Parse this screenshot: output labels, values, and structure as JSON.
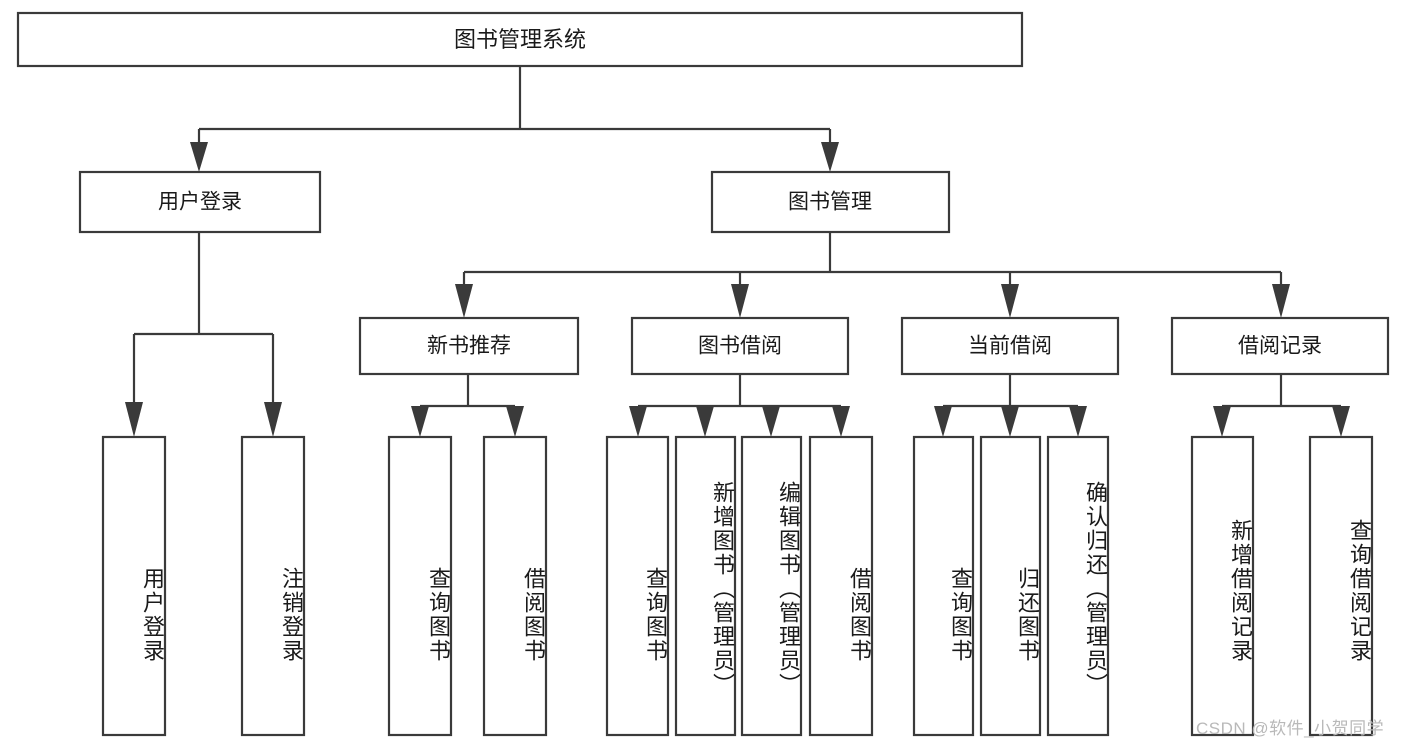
{
  "diagram": {
    "type": "tree-hierarchy-diagram",
    "title": "图书管理系统",
    "root": {
      "label": "图书管理系统",
      "children": [
        {
          "label": "用户登录",
          "children": [
            {
              "label": "用户登录"
            },
            {
              "label": "注销登录"
            }
          ]
        },
        {
          "label": "图书管理",
          "children": [
            {
              "label": "新书推荐",
              "children": [
                {
                  "label": "查询图书"
                },
                {
                  "label": "借阅图书"
                }
              ]
            },
            {
              "label": "图书借阅",
              "children": [
                {
                  "label": "查询图书"
                },
                {
                  "label": "新增图书（管理员）"
                },
                {
                  "label": "编辑图书（管理员）"
                },
                {
                  "label": "借阅图书"
                }
              ]
            },
            {
              "label": "当前借阅",
              "children": [
                {
                  "label": "查询图书"
                },
                {
                  "label": "归还图书"
                },
                {
                  "label": "确认归还（管理员）"
                }
              ]
            },
            {
              "label": "借阅记录",
              "children": [
                {
                  "label": "新增借阅记录"
                },
                {
                  "label": "查询借阅记录"
                }
              ]
            }
          ]
        }
      ]
    }
  },
  "levels": {
    "l1": {
      "title": "图书管理系统"
    },
    "l2": {
      "user_login": "用户登录",
      "book_manage": "图书管理"
    },
    "l3": {
      "new_book_rec": "新书推荐",
      "book_borrow": "图书借阅",
      "current_borrow": "当前借阅",
      "borrow_record": "借阅记录"
    },
    "l4": {
      "user_login": "用户登录",
      "logout": "注销登录",
      "query_book_a": "查询图书",
      "borrow_book_a": "借阅图书",
      "query_book_b": "查询图书",
      "add_book": "新增图书（管理员）",
      "edit_book": "编辑图书（管理员）",
      "borrow_book_b": "借阅图书",
      "query_book_c": "查询图书",
      "return_book": "归还图书",
      "confirm_return": "确认归还（管理员）",
      "add_record": "新增借阅记录",
      "query_record": "查询借阅记录"
    }
  },
  "watermark": {
    "text": "CSDN @软件_小贺同学"
  },
  "colors": {
    "stroke": "#3a3a3a",
    "box_fill": "#ffffff",
    "text": "#1a1a1a",
    "watermark": "#b9b9b9",
    "background": "#ffffff"
  }
}
